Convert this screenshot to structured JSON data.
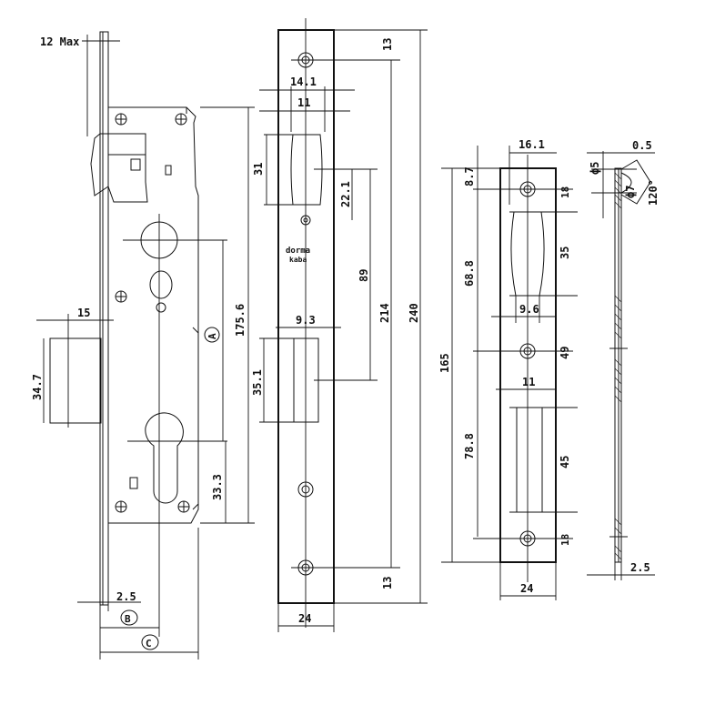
{
  "dimensions": {
    "lock_body": {
      "max_thickness": "12 Max",
      "latch_offset": "15",
      "latch_height": "34.7",
      "backset_to_spindle": "175.6",
      "cyl_center": "33.3",
      "faceplate_thickness": "2.5",
      "ref_a": "A",
      "ref_b": "B",
      "ref_c": "C"
    },
    "faceplate": {
      "top_hole": "13",
      "latch_width_outer": "14.1",
      "latch_width_inner": "11",
      "latch_length": "31",
      "latch_to_spindle": "22.1",
      "spindle_to_bolt": "89",
      "bolt_width": "9.3",
      "bolt_length": "35.1",
      "hole_to_hole": "214",
      "overall_length": "240",
      "bottom_hole": "13",
      "plate_width": "24",
      "brand_line1": "dorma",
      "brand_line2": "kaba"
    },
    "strike_plate": {
      "width_top": "16.1",
      "top_hole": "8.7",
      "hole_to_latch": "18",
      "latch_opening": "68.8",
      "latch_gap": "35",
      "latch_opening_width": "9.6",
      "center_hole": "49",
      "bolt_opening_width": "11",
      "overall_length": "165",
      "bolt_opening": "78.8",
      "bolt_gap": "45",
      "bottom_hole": "18",
      "plate_width": "24"
    },
    "side_section": {
      "hole_dia": "ϕ5",
      "countersink_dia": "ϕ7",
      "offset": "0.5",
      "angle": "120°",
      "thickness": "2.5"
    }
  }
}
